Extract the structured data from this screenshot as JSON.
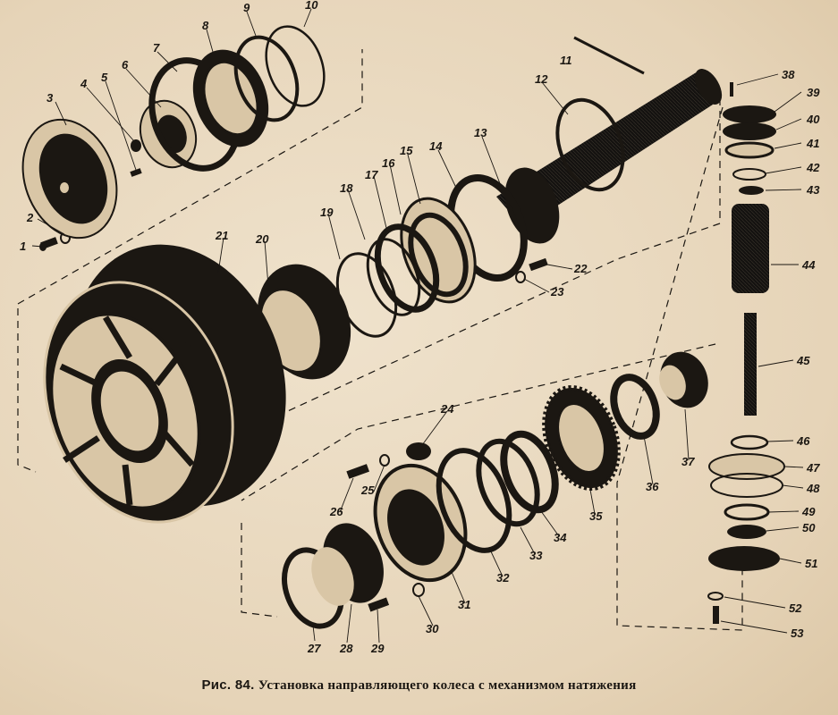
{
  "figure": {
    "caption_prefix": "Рис. 84.",
    "caption_text": "Установка направляющего колеса с механизмом натяжения",
    "colors": {
      "paper": "#e8d9c2",
      "ink": "#1b1712"
    }
  },
  "part_numbers": [
    "1",
    "2",
    "3",
    "4",
    "5",
    "6",
    "7",
    "8",
    "9",
    "10",
    "11",
    "12",
    "13",
    "14",
    "15",
    "16",
    "17",
    "18",
    "19",
    "20",
    "21",
    "22",
    "23",
    "24",
    "25",
    "26",
    "27",
    "28",
    "29",
    "30",
    "31",
    "32",
    "33",
    "34",
    "35",
    "36",
    "37",
    "38",
    "39",
    "40",
    "41",
    "42",
    "43",
    "44",
    "45",
    "46",
    "47",
    "48",
    "49",
    "50",
    "51",
    "52",
    "53"
  ]
}
